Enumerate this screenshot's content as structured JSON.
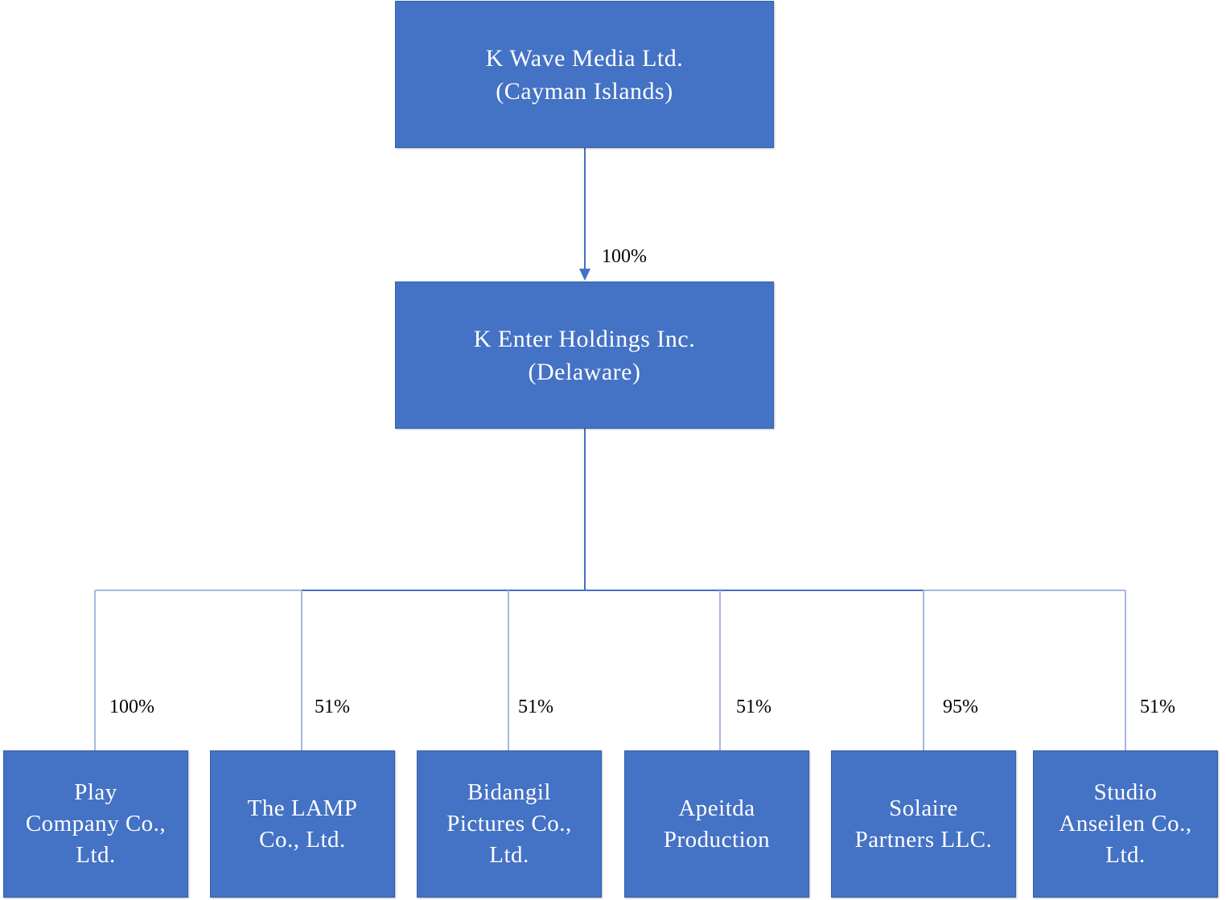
{
  "parent": {
    "name": "K Wave Media Ltd.\n(Cayman Islands)"
  },
  "holding": {
    "name": "K Enter Holdings Inc.\n(Delaware)",
    "ownership": "100%"
  },
  "subsidiaries": [
    {
      "name": "Play\nCompany Co.,\nLtd.",
      "ownership": "100%"
    },
    {
      "name": "The LAMP\nCo., Ltd.",
      "ownership": "51%"
    },
    {
      "name": "Bidangil\nPictures Co.,\nLtd.",
      "ownership": "51%"
    },
    {
      "name": "Apeitda\nProduction",
      "ownership": "51%"
    },
    {
      "name": "Solaire\nPartners LLC.",
      "ownership": "95%"
    },
    {
      "name": "Studio\nAnseilen Co.,\nLtd.",
      "ownership": "51%"
    }
  ],
  "colors": {
    "box_fill": "#4472c4",
    "connector": "#4472c4",
    "branch_line": "#a6b8dd",
    "text_on_box": "#ffffff",
    "percent_text": "#000000"
  }
}
